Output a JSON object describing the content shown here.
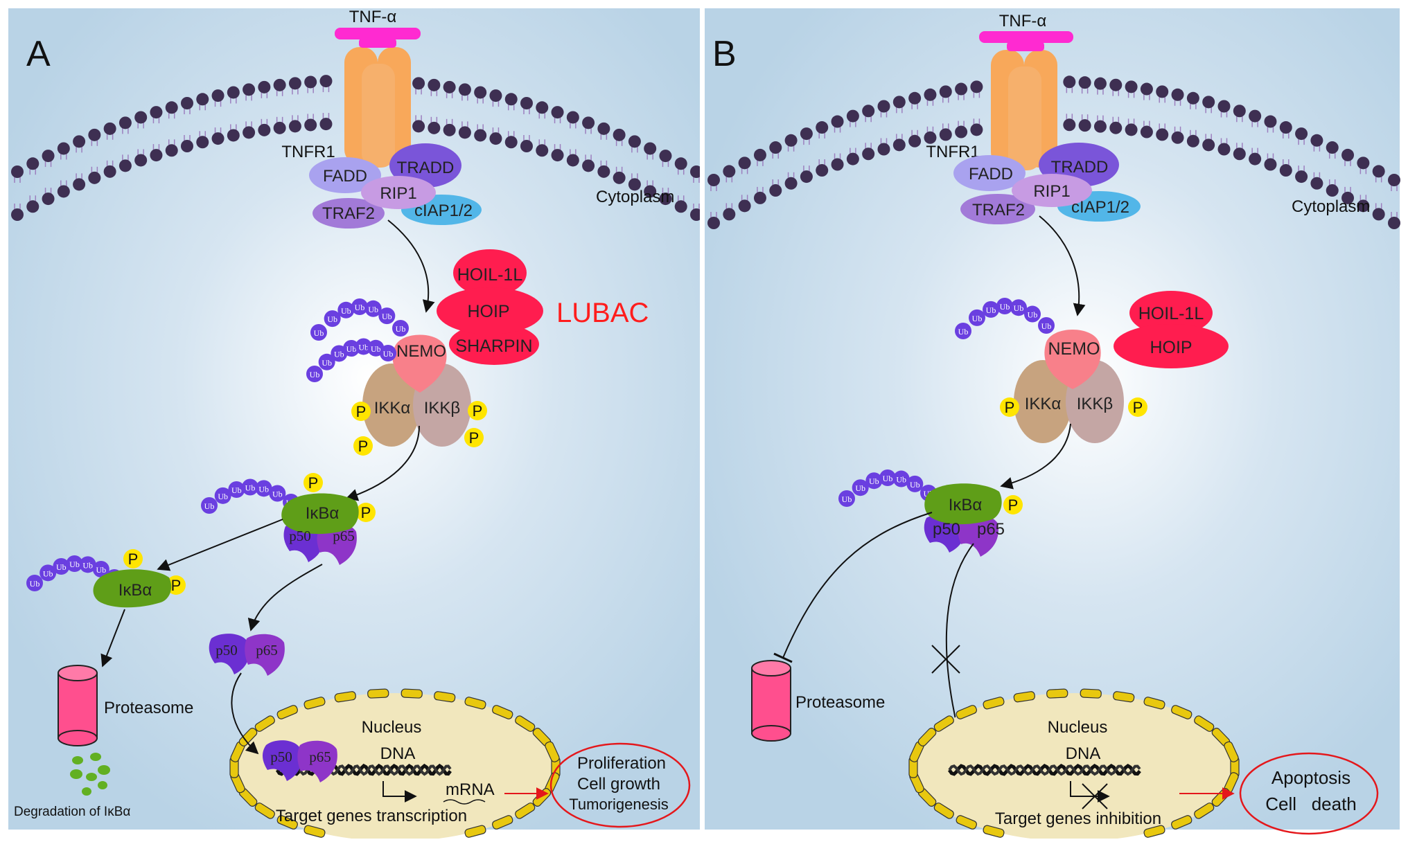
{
  "colors": {
    "panel_bg": "#b9d3e6",
    "panel_glow": "#ffffff",
    "membrane_head": "#3e2f52",
    "tnf": "#ff2ad1",
    "receptor": "#f8a85a",
    "fadd": "#a9a2ef",
    "tradd": "#7a55d9",
    "rip1": "#b98ad9",
    "traf2": "#a27ad8",
    "ciap": "#52b6e8",
    "lubac": "#ff1d4f",
    "lubac_label": "#ff1d1d",
    "nemo": "#f8808a",
    "ikka": "#c7a37f",
    "ikkb": "#c4a6a4",
    "phospho": "#ffe500",
    "ikba": "#5f9e18",
    "p50": "#6b2fd2",
    "p65": "#8e35c8",
    "ub": "#6a3fe0",
    "proteasome": "#ff4f8e",
    "nucleus": "#f1e7bd",
    "nucleus_border": "#e8c80f",
    "outcome_border": "#e4171b",
    "red_arrow": "#e4171b"
  },
  "panel_a": {
    "label": "A",
    "ligand": "TNF-α",
    "receptor": "TNFR1",
    "compartment": "Cytoplasm",
    "complex": [
      "FADD",
      "TRADD",
      "RIP1",
      "TRAF2",
      "cIAP1/2"
    ],
    "lubac_title": "LUBAC",
    "lubac": [
      "HOIL-1L",
      "HOIP",
      "SHARPIN"
    ],
    "nemo": "NEMO",
    "ikka": "IKKα",
    "ikkb": "IKKβ",
    "phospho": "P",
    "ub": "Ub",
    "ikba": "IκBα",
    "p50": "p50",
    "p65": "p65",
    "proteasome": "Proteasome",
    "degradation": "Degradation of IκBα",
    "nucleus": "Nucleus",
    "dna": "DNA",
    "mrna": "mRNA",
    "transcription": "Target genes transcription",
    "outcomes": [
      "Proliferation",
      "Cell growth",
      "Tumorigenesis"
    ]
  },
  "panel_b": {
    "label": "B",
    "ligand": "TNF-α",
    "receptor": "TNFR1",
    "compartment": "Cytoplasm",
    "complex": [
      "FADD",
      "TRADD",
      "RIP1",
      "TRAF2",
      "cIAP1/2"
    ],
    "lubac": [
      "HOIL-1L",
      "HOIP"
    ],
    "nemo": "NEMO",
    "ikka": "IKKα",
    "ikkb": "IKKβ",
    "phospho": "P",
    "ub": "Ub",
    "ikba": "IκBα",
    "p50": "p50",
    "p65": "p65",
    "proteasome": "Proteasome",
    "nucleus": "Nucleus",
    "dna": "DNA",
    "inhibition": "Target genes inhibition",
    "outcomes": [
      "Apoptosis",
      "Cell   death"
    ]
  }
}
